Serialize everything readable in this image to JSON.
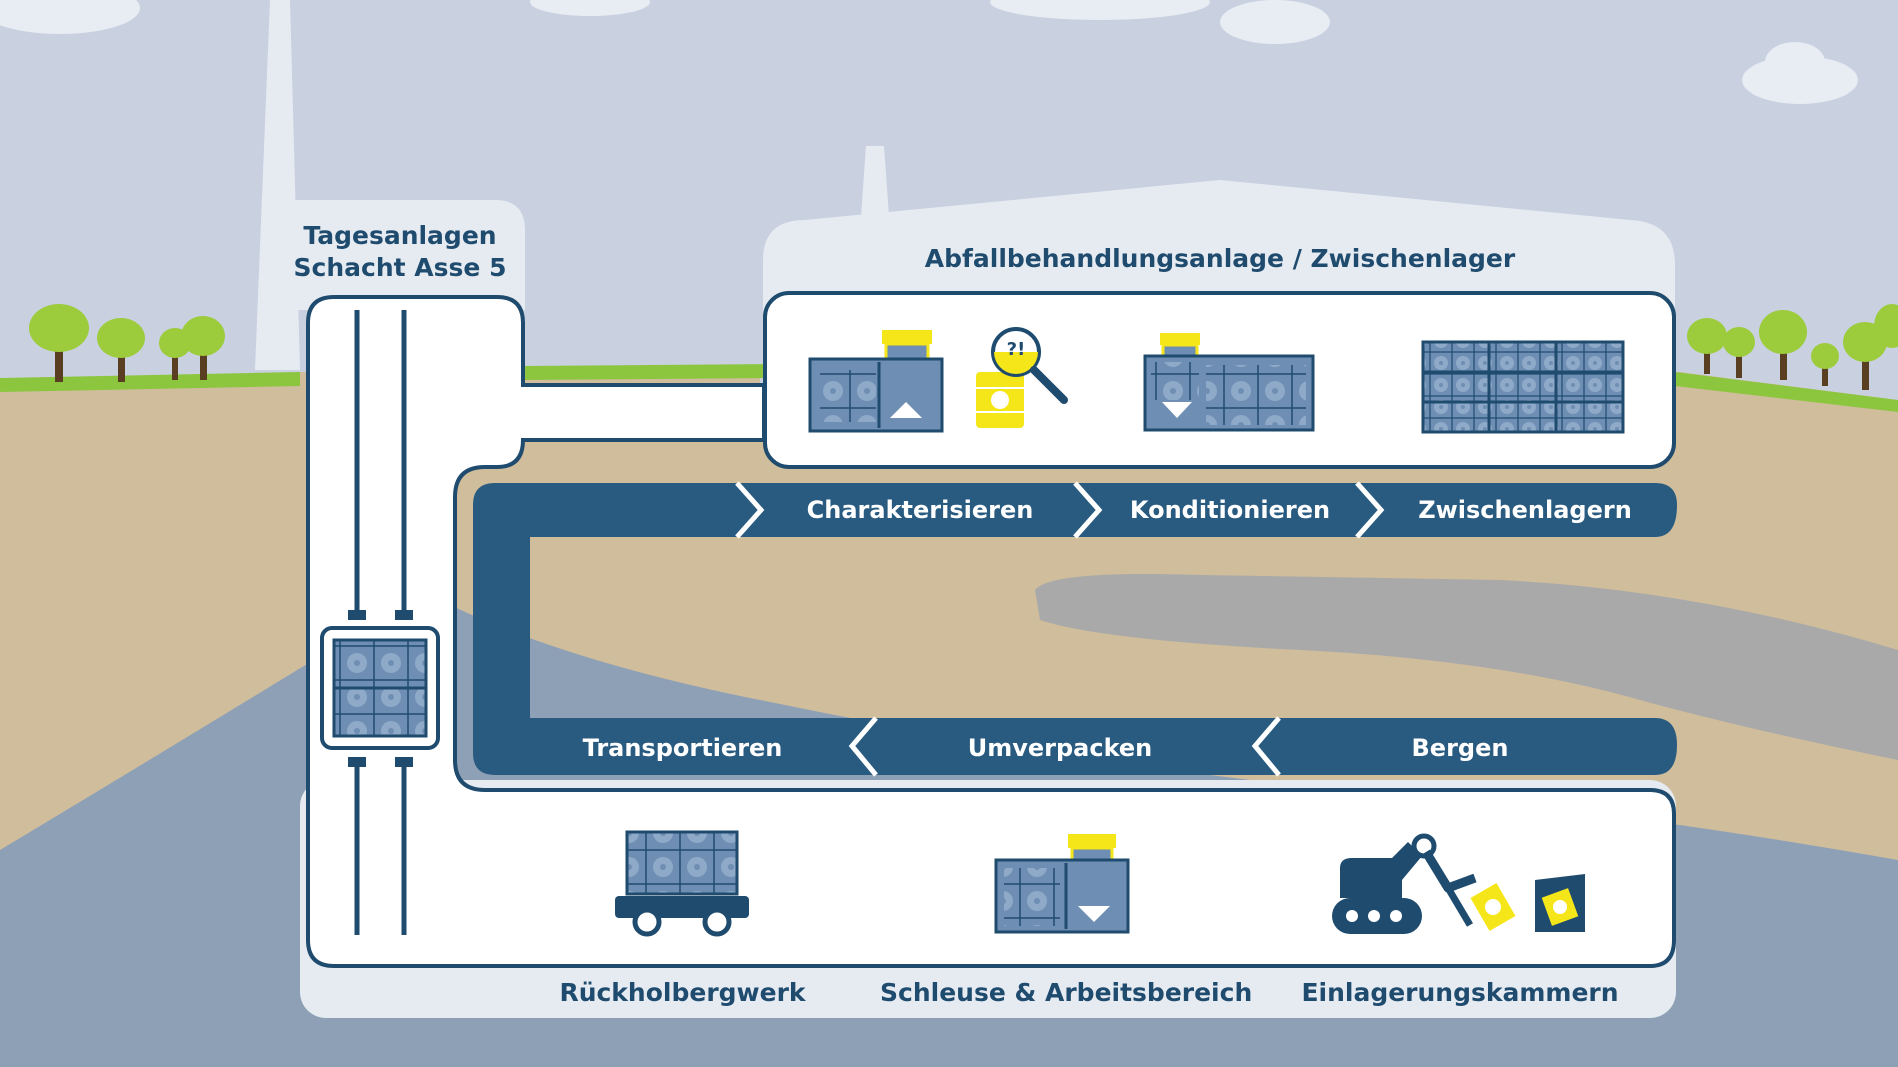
{
  "colors": {
    "sky": "#c9d1e0",
    "ground": "#cfbd9c",
    "rock": "#8ea0b6",
    "grey_layer": "#a9a9a9",
    "grass": "#8cc63f",
    "tree_foliage": "#9ccb3b",
    "tree_trunk": "#5a3e22",
    "building": "#e6ebf2",
    "navy": "#1f4b6e",
    "flow_band": "#295b80",
    "container": "#6e8eb3",
    "warning_yellow": "#f5e61a"
  },
  "headings": {
    "surface": [
      "Tagesanlagen",
      "Schacht Asse 5"
    ],
    "treatment": "Abfallbehandlungsanlage / Zwischenlager"
  },
  "process_top": {
    "steps": [
      "Charakterisieren",
      "Konditionieren",
      "Zwischenlagern"
    ],
    "icons": [
      "container-unload-icon",
      "barrel-inspection-icon",
      "container-packed-icon",
      "interim-storage-stack-icon"
    ]
  },
  "process_bottom": {
    "steps": [
      "Transportieren",
      "Umverpacken",
      "Bergen"
    ],
    "icons": [
      "transport-cart-icon",
      "repack-container-icon",
      "retrieval-excavator-icon"
    ]
  },
  "areas": [
    "Rückholbergwerk",
    "Schleuse & Arbeitsbereich",
    "Einlagerungskammern"
  ],
  "shaft": {
    "icon": "hoist-cage-icon"
  },
  "marks": {
    "question": "?!"
  }
}
